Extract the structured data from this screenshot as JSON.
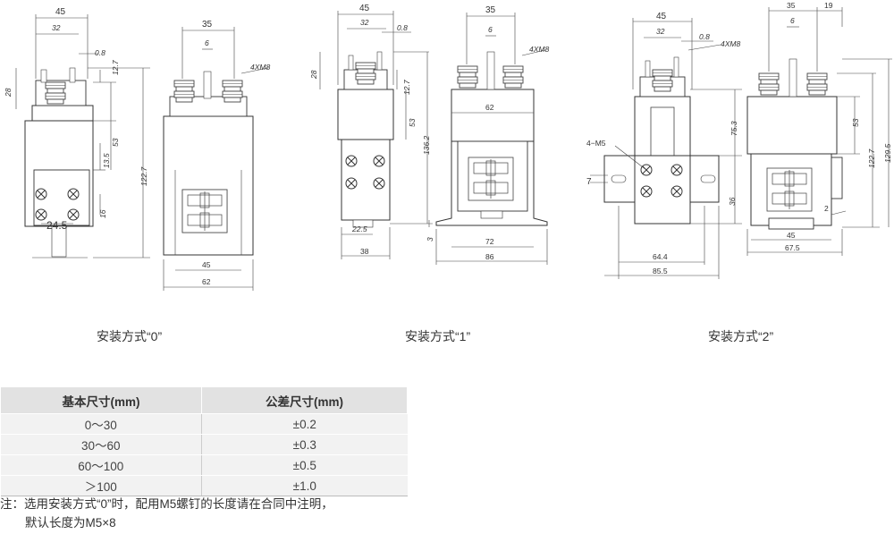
{
  "captions": [
    "安装方式“0”",
    "安装方式“1”",
    "安装方式“2”"
  ],
  "dims": {
    "d0": {
      "w45": "45",
      "w32": "32",
      "w08": "0.8",
      "h127": "12.7",
      "h28": "28",
      "h53": "53",
      "h135": "13.5",
      "h1227": "122.7",
      "h16": "16",
      "w245": "24.5",
      "w35": "35",
      "w6": "6",
      "thread": "4XM8",
      "w45b": "45",
      "w62": "62"
    },
    "d1": {
      "w45": "45",
      "w32": "32",
      "w08": "0.8",
      "h28": "28",
      "h127": "12.7",
      "h53": "53",
      "h1362": "136.2",
      "w225": "22.5",
      "w38": "38",
      "w35": "35",
      "w6": "6",
      "thread": "4XM8",
      "w62": "62",
      "h3": "3",
      "w72": "72",
      "w86": "86"
    },
    "d2": {
      "w45": "45",
      "w32": "32",
      "w08": "0.8",
      "thread": "4XM8",
      "hole": "4−M5",
      "h7": "7",
      "h753": "75.3",
      "h36": "36",
      "w644": "64.4",
      "w855": "85.5",
      "w35": "35",
      "w19": "19",
      "w6": "6",
      "h53": "53",
      "h1227": "122.7",
      "h1295": "129.5",
      "h2": "2",
      "w45b": "45",
      "w675": "67.5"
    }
  },
  "table": {
    "headers": [
      "基本尺寸(mm)",
      "公差尺寸(mm)"
    ],
    "rows": [
      [
        "0～30",
        "±0.2"
      ],
      [
        "30～60",
        "±0.3"
      ],
      [
        "60～100",
        "±0.5"
      ],
      [
        "＞100",
        "±1.0"
      ]
    ]
  },
  "note": {
    "line1": "注：选用安装方式“0”时，配用M5螺钉的长度请在合同中注明，",
    "line2": "默认长度为M5×8"
  }
}
